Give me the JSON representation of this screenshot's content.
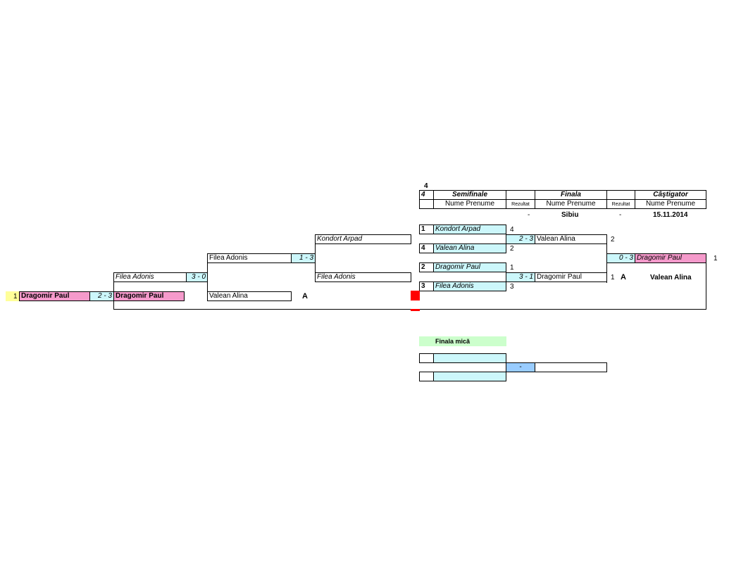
{
  "header": {
    "top_number": "4",
    "group_number": "4",
    "semifinale": "Semifinale",
    "finala": "Finala",
    "castigator": "Câştigator",
    "nume_prenume_1": "Nume Prenume",
    "rezultat_1": "Rezultat",
    "nume_prenume_2": "Nume Prenume",
    "rezultat_2": "Rezultat",
    "nume_prenume_3": "Nume Prenume",
    "dash_1": "-",
    "city": "Sibiu",
    "dash_2": "-",
    "date": "15.11.2014"
  },
  "semifinals": [
    {
      "seed": "1",
      "name": "Kondort Arpad",
      "score": "4"
    },
    {
      "seed": "4",
      "name": "Valean Alina",
      "score": "2"
    },
    {
      "seed": "2",
      "name": "Dragomir Paul",
      "score": "1"
    },
    {
      "seed": "3",
      "name": "Filea Adonis",
      "score": "3"
    }
  ],
  "final": {
    "upper_score_a": "2",
    "upper_dash": "-",
    "upper_score_b": "3",
    "upper_name": "Valean Alina",
    "upper_pts": "2",
    "lower_score_a": "3",
    "lower_dash": "-",
    "lower_score_b": "1",
    "lower_name": "Dragomir Paul",
    "lower_pts": "1",
    "lower_mark": "A"
  },
  "winner": {
    "score_a": "0",
    "dash": "-",
    "score_b": "3",
    "name": "Dragomir Paul",
    "pts": "1",
    "runner_up": "Valean Alina"
  },
  "left_bracket": {
    "r3_name": "Kondort Arpad",
    "r3_lower_name": "Filea Adonis",
    "r2_name": "Filea Adonis",
    "r2_score_a": "1",
    "r2_dash": "-",
    "r2_score_b": "3",
    "r2_lower_name": "Valean Alina",
    "r2_mark": "A",
    "r1_name": "Filea Adonis",
    "r1_score_a": "3",
    "r1_dash": "-",
    "r1_score_b": "0",
    "r1_lower_name": "Dragomir Paul",
    "seed_num": "1",
    "seed_name": "Dragomir Paul",
    "seed_score_a": "2",
    "seed_dash": "-",
    "seed_score_b": "3"
  },
  "small_final": {
    "title": "Finala mică",
    "dash": "-"
  },
  "colors": {
    "accent_blue": "#ccf7fb",
    "winner_pink": "#f59acb",
    "seed_yellow": "#ffff99",
    "small_final_green": "#ccffcc",
    "score_blue": "#99ccff",
    "marker_red": "#ff0000"
  }
}
